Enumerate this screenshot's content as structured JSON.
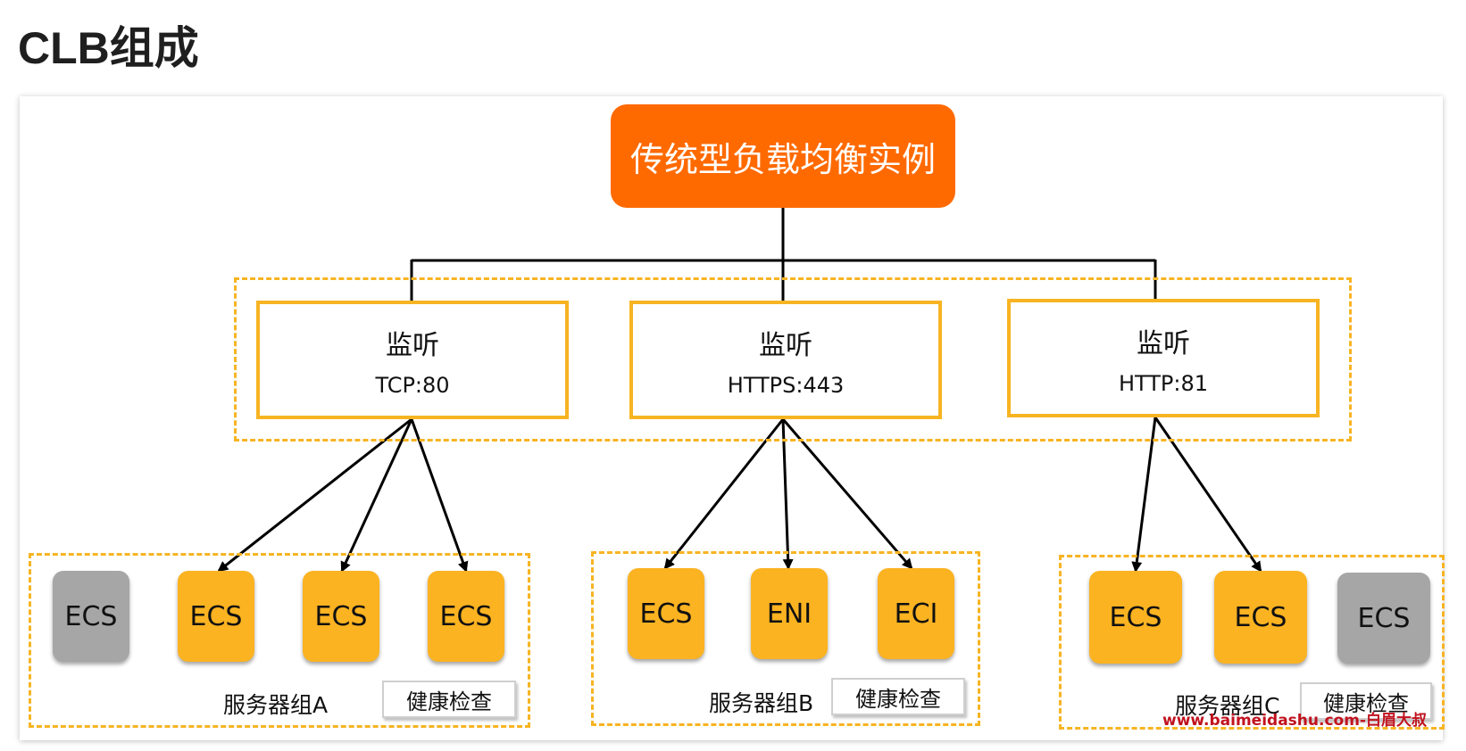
{
  "page": {
    "title": "CLB组成"
  },
  "root": {
    "label": "传统型负载均衡实例"
  },
  "listeners": [
    {
      "title": "监听",
      "protocol": "TCP:80"
    },
    {
      "title": "监听",
      "protocol": "HTTPS:443"
    },
    {
      "title": "监听",
      "protocol": "HTTP:81"
    }
  ],
  "server_groups": [
    {
      "label": "服务器组A",
      "health_check": "健康检查",
      "nodes": [
        {
          "label": "ECS",
          "state": "inactive"
        },
        {
          "label": "ECS",
          "state": "active"
        },
        {
          "label": "ECS",
          "state": "active"
        },
        {
          "label": "ECS",
          "state": "active"
        }
      ]
    },
    {
      "label": "服务器组B",
      "health_check": "健康检查",
      "nodes": [
        {
          "label": "ECS",
          "state": "active"
        },
        {
          "label": "ENI",
          "state": "active"
        },
        {
          "label": "ECI",
          "state": "active"
        }
      ]
    },
    {
      "label": "服务器组C",
      "health_check": "健康检查",
      "nodes": [
        {
          "label": "ECS",
          "state": "active"
        },
        {
          "label": "ECS",
          "state": "active"
        },
        {
          "label": "ECS",
          "state": "inactive"
        }
      ]
    }
  ],
  "colors": {
    "root": "#ff6a00",
    "accent": "#f7b422",
    "node_active": "#fbb321",
    "node_inactive": "#a6a6a6",
    "watermark": "#c1121f"
  },
  "watermark": "www.baimeidashu.com-白眉大叔"
}
